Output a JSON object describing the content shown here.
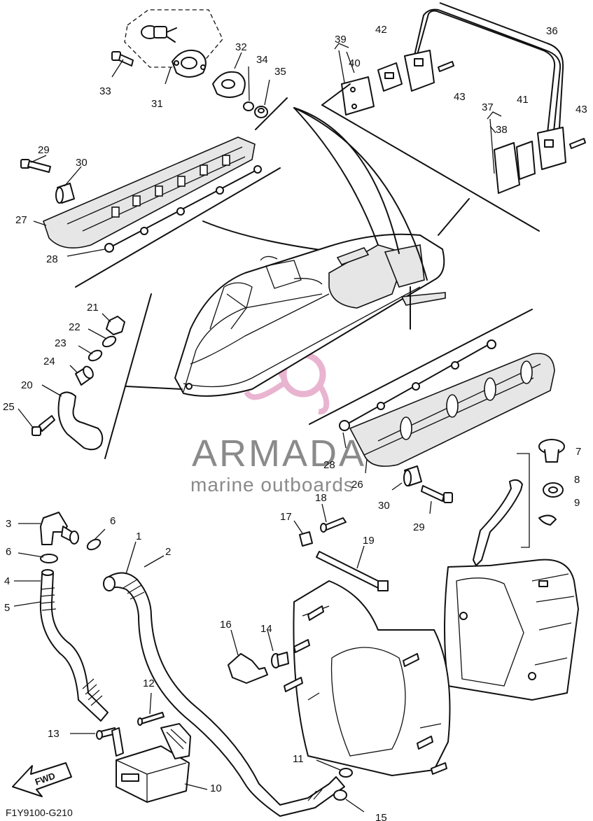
{
  "diagram": {
    "code": "F1Y9100-G210",
    "fwd_label": "FWD",
    "watermark": {
      "brand": "ARMADA",
      "tagline": "marine outboards",
      "logo_color": "#e6a8c8",
      "text_color": "#8a8a8a"
    },
    "callouts": {
      "n1": "1",
      "n2": "2",
      "n3": "3",
      "n4": "4",
      "n5": "5",
      "n6a": "6",
      "n6b": "6",
      "n7": "7",
      "n8": "8",
      "n9": "9",
      "n10": "10",
      "n11": "11",
      "n12": "12",
      "n13": "13",
      "n14": "14",
      "n15": "15",
      "n16": "16",
      "n17": "17",
      "n18": "18",
      "n19": "19",
      "n20": "20",
      "n21": "21",
      "n22": "22",
      "n23": "23",
      "n24": "24",
      "n25": "25",
      "n26": "26",
      "n27": "27",
      "n28a": "28",
      "n28b": "28",
      "n29a": "29",
      "n29b": "29",
      "n30a": "30",
      "n30b": "30",
      "n31": "31",
      "n32": "32",
      "n33": "33",
      "n34": "34",
      "n35": "35",
      "n36": "36",
      "n37": "37",
      "n38": "38",
      "n39": "39",
      "n40": "40",
      "n41": "41",
      "n42": "42",
      "n43a": "43",
      "n43b": "43"
    }
  }
}
